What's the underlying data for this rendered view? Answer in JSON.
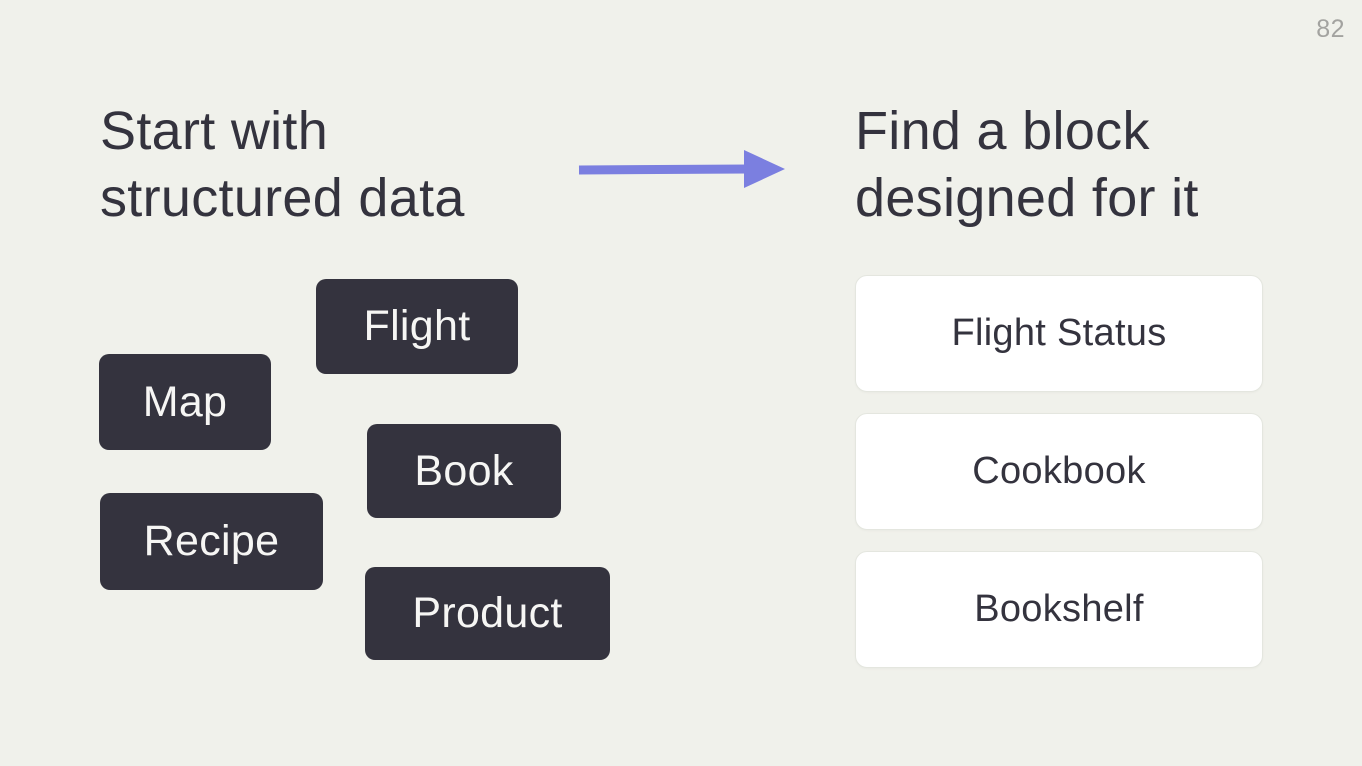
{
  "page": {
    "number": "82"
  },
  "headings": {
    "left": {
      "line1": "Start with",
      "line2": "structured data"
    },
    "right": {
      "line1": "Find a block",
      "line2": "designed for it"
    }
  },
  "diagram": {
    "arrow_icon": "right-arrow",
    "tags": [
      {
        "label": "Flight"
      },
      {
        "label": "Map"
      },
      {
        "label": "Book"
      },
      {
        "label": "Recipe"
      },
      {
        "label": "Product"
      }
    ],
    "blocks": [
      {
        "label": "Flight Status"
      },
      {
        "label": "Cookbook"
      },
      {
        "label": "Bookshelf"
      }
    ]
  },
  "colors": {
    "background": "#f0f1eb",
    "dark": "#34333e",
    "tag_text": "#f6f6f4",
    "arrow": "#7b7fe0",
    "card_background": "#ffffff",
    "card_border": "#e4e6df",
    "page_number": "#a3a3a0"
  }
}
